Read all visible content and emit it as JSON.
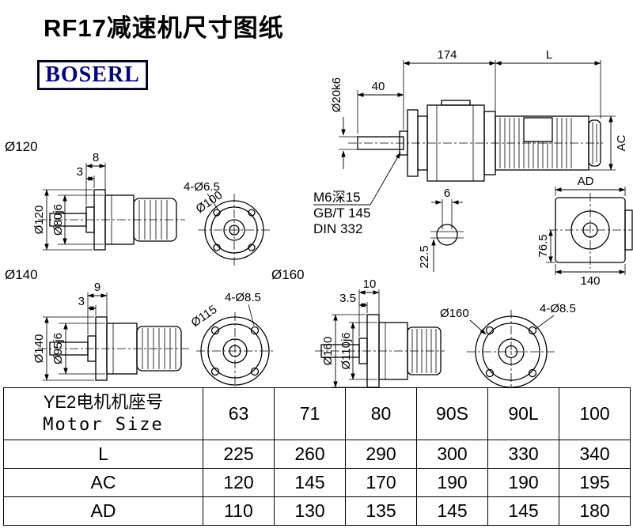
{
  "page": {
    "title": "RF17减速机尺寸图纸",
    "logo": "BOSERL"
  },
  "sections": {
    "s120": "Ø120",
    "s140": "Ø140",
    "s160": "Ø160"
  },
  "view_120": {
    "dim_8": "8",
    "dim_3": "3",
    "dim_d120": "Ø120",
    "dim_d80": "Ø80j6"
  },
  "flange_100": {
    "holes": "4-Ø6.5",
    "bcd": "Ø100"
  },
  "main_view": {
    "dim_174": "174",
    "dim_l": "L",
    "dim_40": "40",
    "dim_shaft": "Ø20k6",
    "dim_ac": "AC",
    "dim_ad": "AD",
    "note_m6": "M6深15",
    "note_gbt": "GB/T 145",
    "note_din": "DIN 332",
    "key_width": "6",
    "key_height": "22.5",
    "side_76_5": "76.5",
    "side_140": "140"
  },
  "view_140": {
    "dim_9": "9",
    "dim_3": "3",
    "dim_d140": "Ø140",
    "dim_d95": "Ø95j6"
  },
  "flange_115": {
    "holes": "4-Ø8.5",
    "bcd": "Ø115"
  },
  "view_160": {
    "dim_10": "10",
    "dim_3_5": "3.5",
    "dim_d160": "Ø160",
    "dim_d110": "Ø110j6"
  },
  "flange_160": {
    "od": "Ø160",
    "holes": "4-Ø8.5"
  },
  "table": {
    "header_cn": "YE2电机机座号",
    "header_en": "Motor Size",
    "columns": [
      "63",
      "71",
      "80",
      "90S",
      "90L",
      "100"
    ],
    "rows": [
      {
        "label": "L",
        "values": [
          "225",
          "260",
          "290",
          "300",
          "330",
          "340"
        ]
      },
      {
        "label": "AC",
        "values": [
          "120",
          "145",
          "170",
          "190",
          "190",
          "195"
        ]
      },
      {
        "label": "AD",
        "values": [
          "110",
          "130",
          "135",
          "145",
          "145",
          "180"
        ]
      }
    ]
  }
}
